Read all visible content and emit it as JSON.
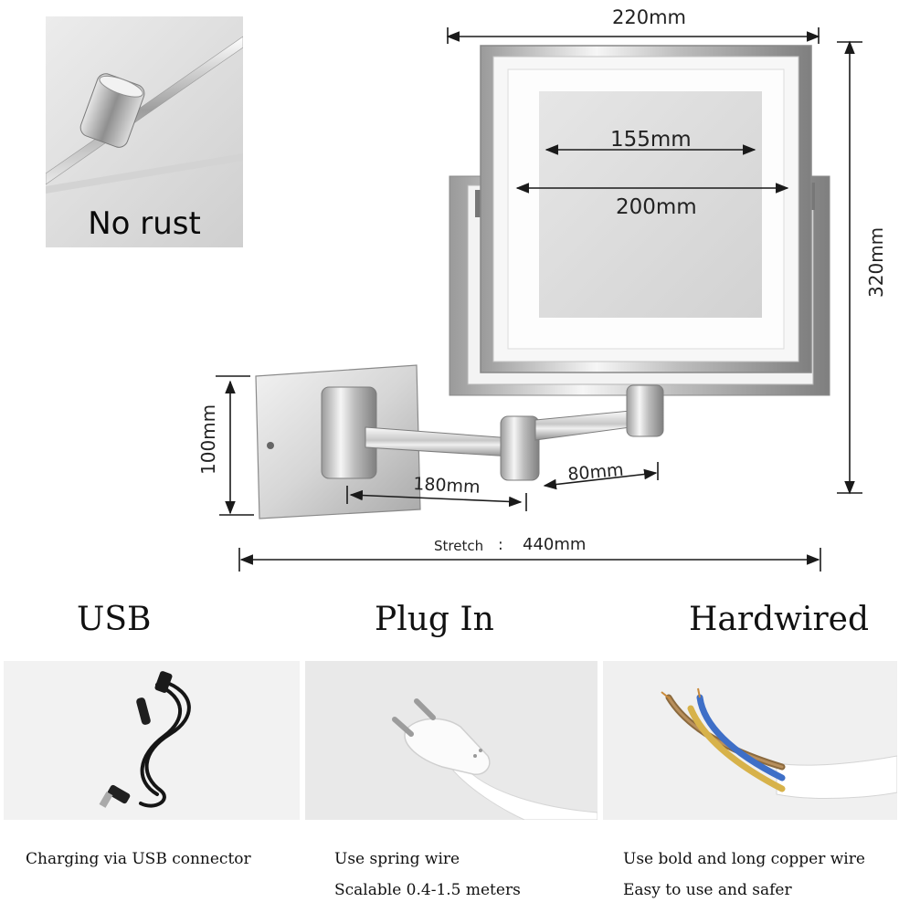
{
  "callout": {
    "label": "No rust"
  },
  "dimensions": {
    "width_outer": "220mm",
    "inner_155": "155mm",
    "inner_200": "200mm",
    "height_total": "320mm",
    "base_height": "100mm",
    "arm_180": "180mm",
    "arm_80": "80mm",
    "stretch_label": "Stretch",
    "stretch_sep": ":",
    "stretch_value": "440mm"
  },
  "options": [
    {
      "title": "USB",
      "lines": [
        "Charging via USB connector"
      ]
    },
    {
      "title": "Plug In",
      "lines": [
        "Use spring wire",
        "Scalable 0.4-1.5 meters"
      ]
    },
    {
      "title": "Hardwired",
      "lines": [
        "Use bold and long copper wire",
        "Easy to use and safer"
      ]
    }
  ],
  "colors": {
    "chrome_light": "#f4f4f4",
    "chrome_mid": "#c9c9c9",
    "chrome_dark": "#8a8a8a",
    "glass": "#dedede",
    "copper": "#c98a3a",
    "blue_wire": "#3e6fc7"
  }
}
